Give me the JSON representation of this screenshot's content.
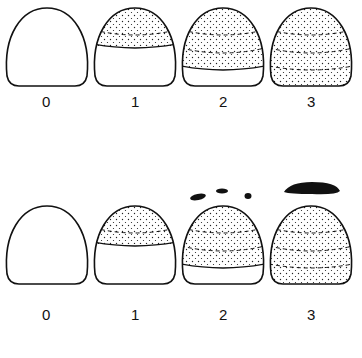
{
  "diagram": {
    "labels": [
      "0",
      "1",
      "2",
      "3",
      "0",
      "1",
      "2",
      "3"
    ]
  }
}
